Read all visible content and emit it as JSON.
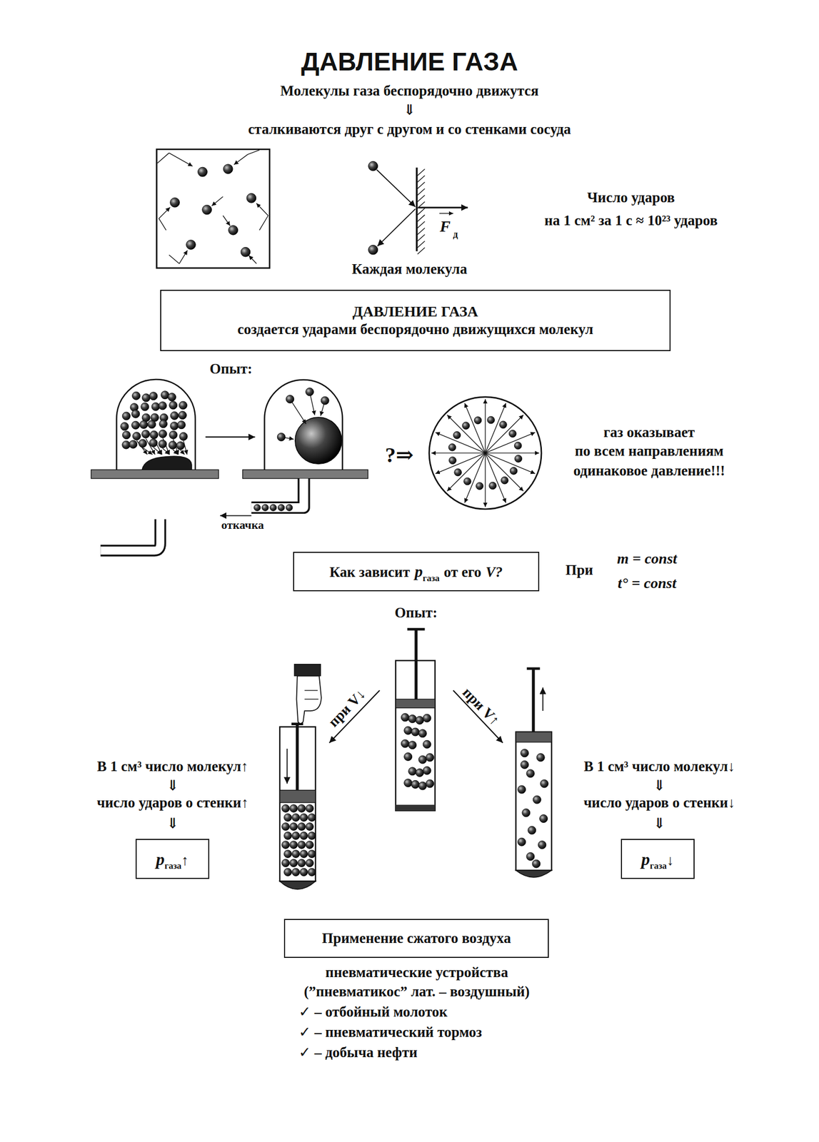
{
  "diagram": {
    "title": "ДАВЛЕНИЕ ГАЗА",
    "nodes": [
      {
        "text": [
          "ДАВЛЕНИЕ ГАЗА",
          "создается ударами беспорядочно движущихся молекул"
        ]
      },
      {
        "text": [
          "Как зависит",
          "p",
          "газа",
          "от его",
          "V?"
        ]
      },
      {
        "text": [
          "p",
          "газа",
          "↑"
        ]
      },
      {
        "text": [
          "p",
          "газа",
          "↓"
        ]
      },
      {
        "text": [
          "Применение сжатого воздуха"
        ]
      }
    ],
    "labels": [
      "Молекулы газа беспорядочно движутся",
      "⇓",
      "сталкиваются друг с другом и со стенками сосуда",
      "F",
      "д",
      "Число ударов",
      "на 1 см² за 1 с ≈ 10²³ ударов",
      "Каждая молекула",
      "Опыт:",
      "?⇒",
      "газ оказывает",
      "по всем направлениям",
      "одинаковое давление!!!",
      "откачка",
      "При",
      "m = const",
      "t° = const",
      "Опыт:",
      "при V↓",
      "при V↑",
      "В 1 см³ число молекул↑",
      "⇓",
      "число ударов о стенки↑",
      "⇓",
      "В 1 см³ число молекул↓",
      "⇓",
      "число ударов о стенки↓",
      "⇓",
      "пневматические устройства",
      "(”пневматикос” лат. – воздушный)",
      "✓ – отбойный молоток",
      "✓ – пневматический тормоз",
      "✓ – добыча нефти"
    ]
  }
}
